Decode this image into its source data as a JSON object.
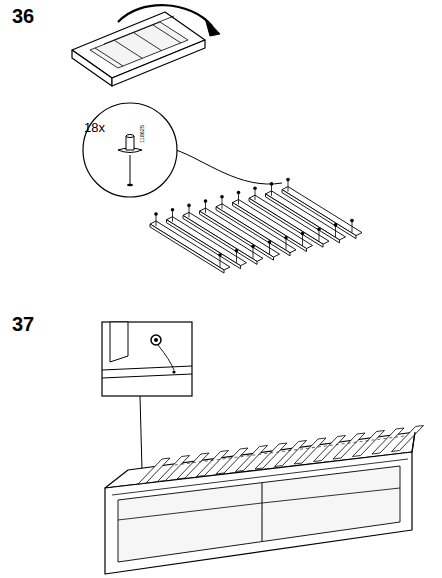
{
  "diagram": {
    "labels": [
      "36",
      "18x",
      "118625",
      "37"
    ]
  }
}
